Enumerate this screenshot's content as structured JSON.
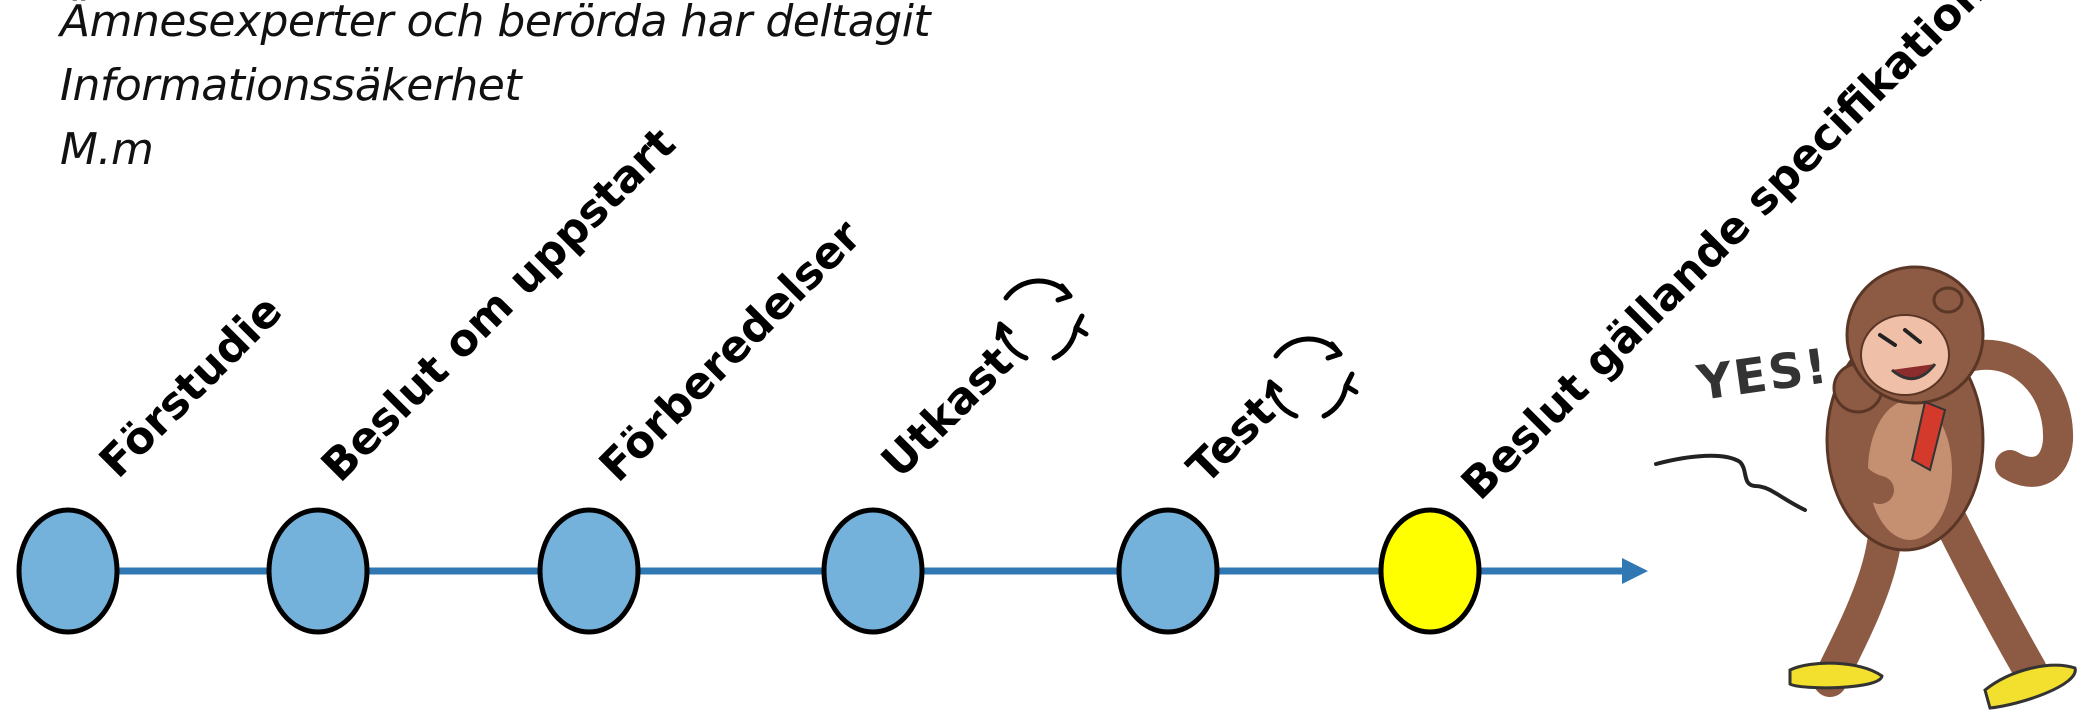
{
  "notes": [
    "Ämnesexperter och berörda har deltagit",
    "Informationssäkerhet",
    "M.m"
  ],
  "timeline": {
    "steps": [
      {
        "label": "Förstudie",
        "color": "#74b2dc",
        "iterative": false
      },
      {
        "label": "Beslut om uppstart",
        "color": "#74b2dc",
        "iterative": false
      },
      {
        "label": "Förberedelser",
        "color": "#74b2dc",
        "iterative": false
      },
      {
        "label": "Utkast",
        "color": "#74b2dc",
        "iterative": true
      },
      {
        "label": "Test",
        "color": "#74b2dc",
        "iterative": true
      },
      {
        "label": "Beslut gällande specifikation",
        "color": "#ffff00",
        "iterative": false
      }
    ],
    "line_color": "#2f78b4"
  },
  "illustration": {
    "exclamation": "YES!",
    "icon": "celebrating-monkey"
  }
}
